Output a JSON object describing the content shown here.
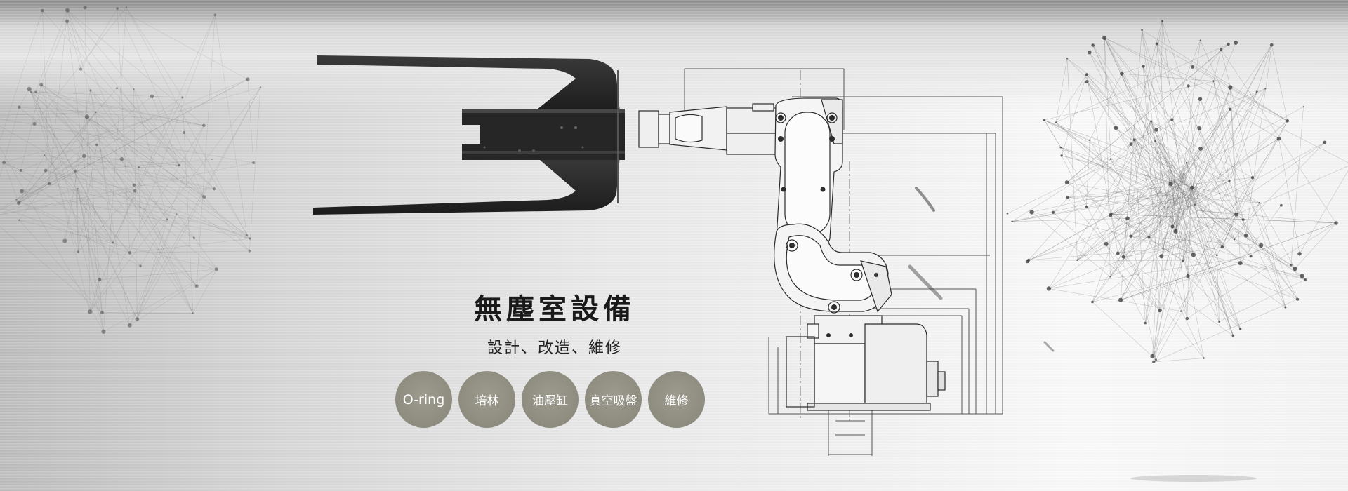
{
  "hero": {
    "headline": "無塵室設備",
    "subheadline": "設計、改造、維修",
    "tags": [
      {
        "label": "O-ring"
      },
      {
        "label": "培林"
      },
      {
        "label": "油壓缸"
      },
      {
        "label": "真空吸盤"
      },
      {
        "label": "維修"
      }
    ],
    "tag_color": "#8e8c7f",
    "icons": [
      "robot-arm-drawing-icon",
      "fork-gripper-icon",
      "network-constellation-icon"
    ]
  }
}
